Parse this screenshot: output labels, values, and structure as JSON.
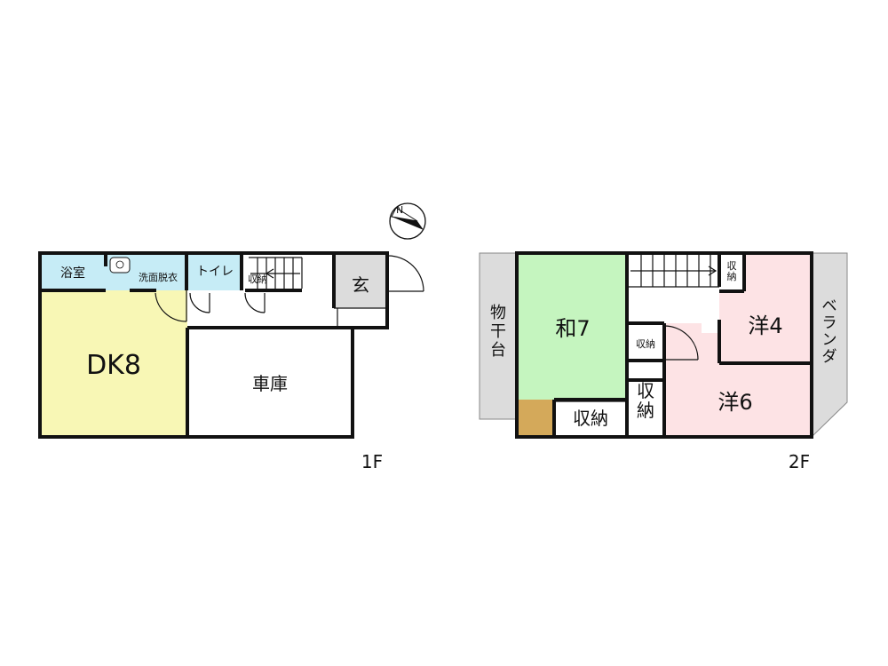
{
  "colors": {
    "wet": "#c6ecf6",
    "dk": "#f8f7b5",
    "washitsu": "#c5f5bf",
    "yoshitsu": "#fde3e5",
    "exterior": "#dcdcdc",
    "wood": "#d4a95a",
    "floor": "#ffffff",
    "wall": "#111111"
  },
  "floor1": {
    "label": "1F",
    "rooms": {
      "bath": "浴室",
      "washroom": "洗面脱衣",
      "toilet": "トイレ",
      "storage": "収納",
      "entrance": "玄",
      "dk": "DK8",
      "garage": "車庫"
    }
  },
  "floor2": {
    "label": "2F",
    "rooms": {
      "washitsu": "和7",
      "storage_washitsu": "収納",
      "storage_stair": "収納",
      "storage_small": "収納",
      "storage_tall": "収納",
      "yo4": "洋4",
      "yo6": "洋6",
      "drying": "物干台",
      "veranda": "ベランダ"
    }
  }
}
